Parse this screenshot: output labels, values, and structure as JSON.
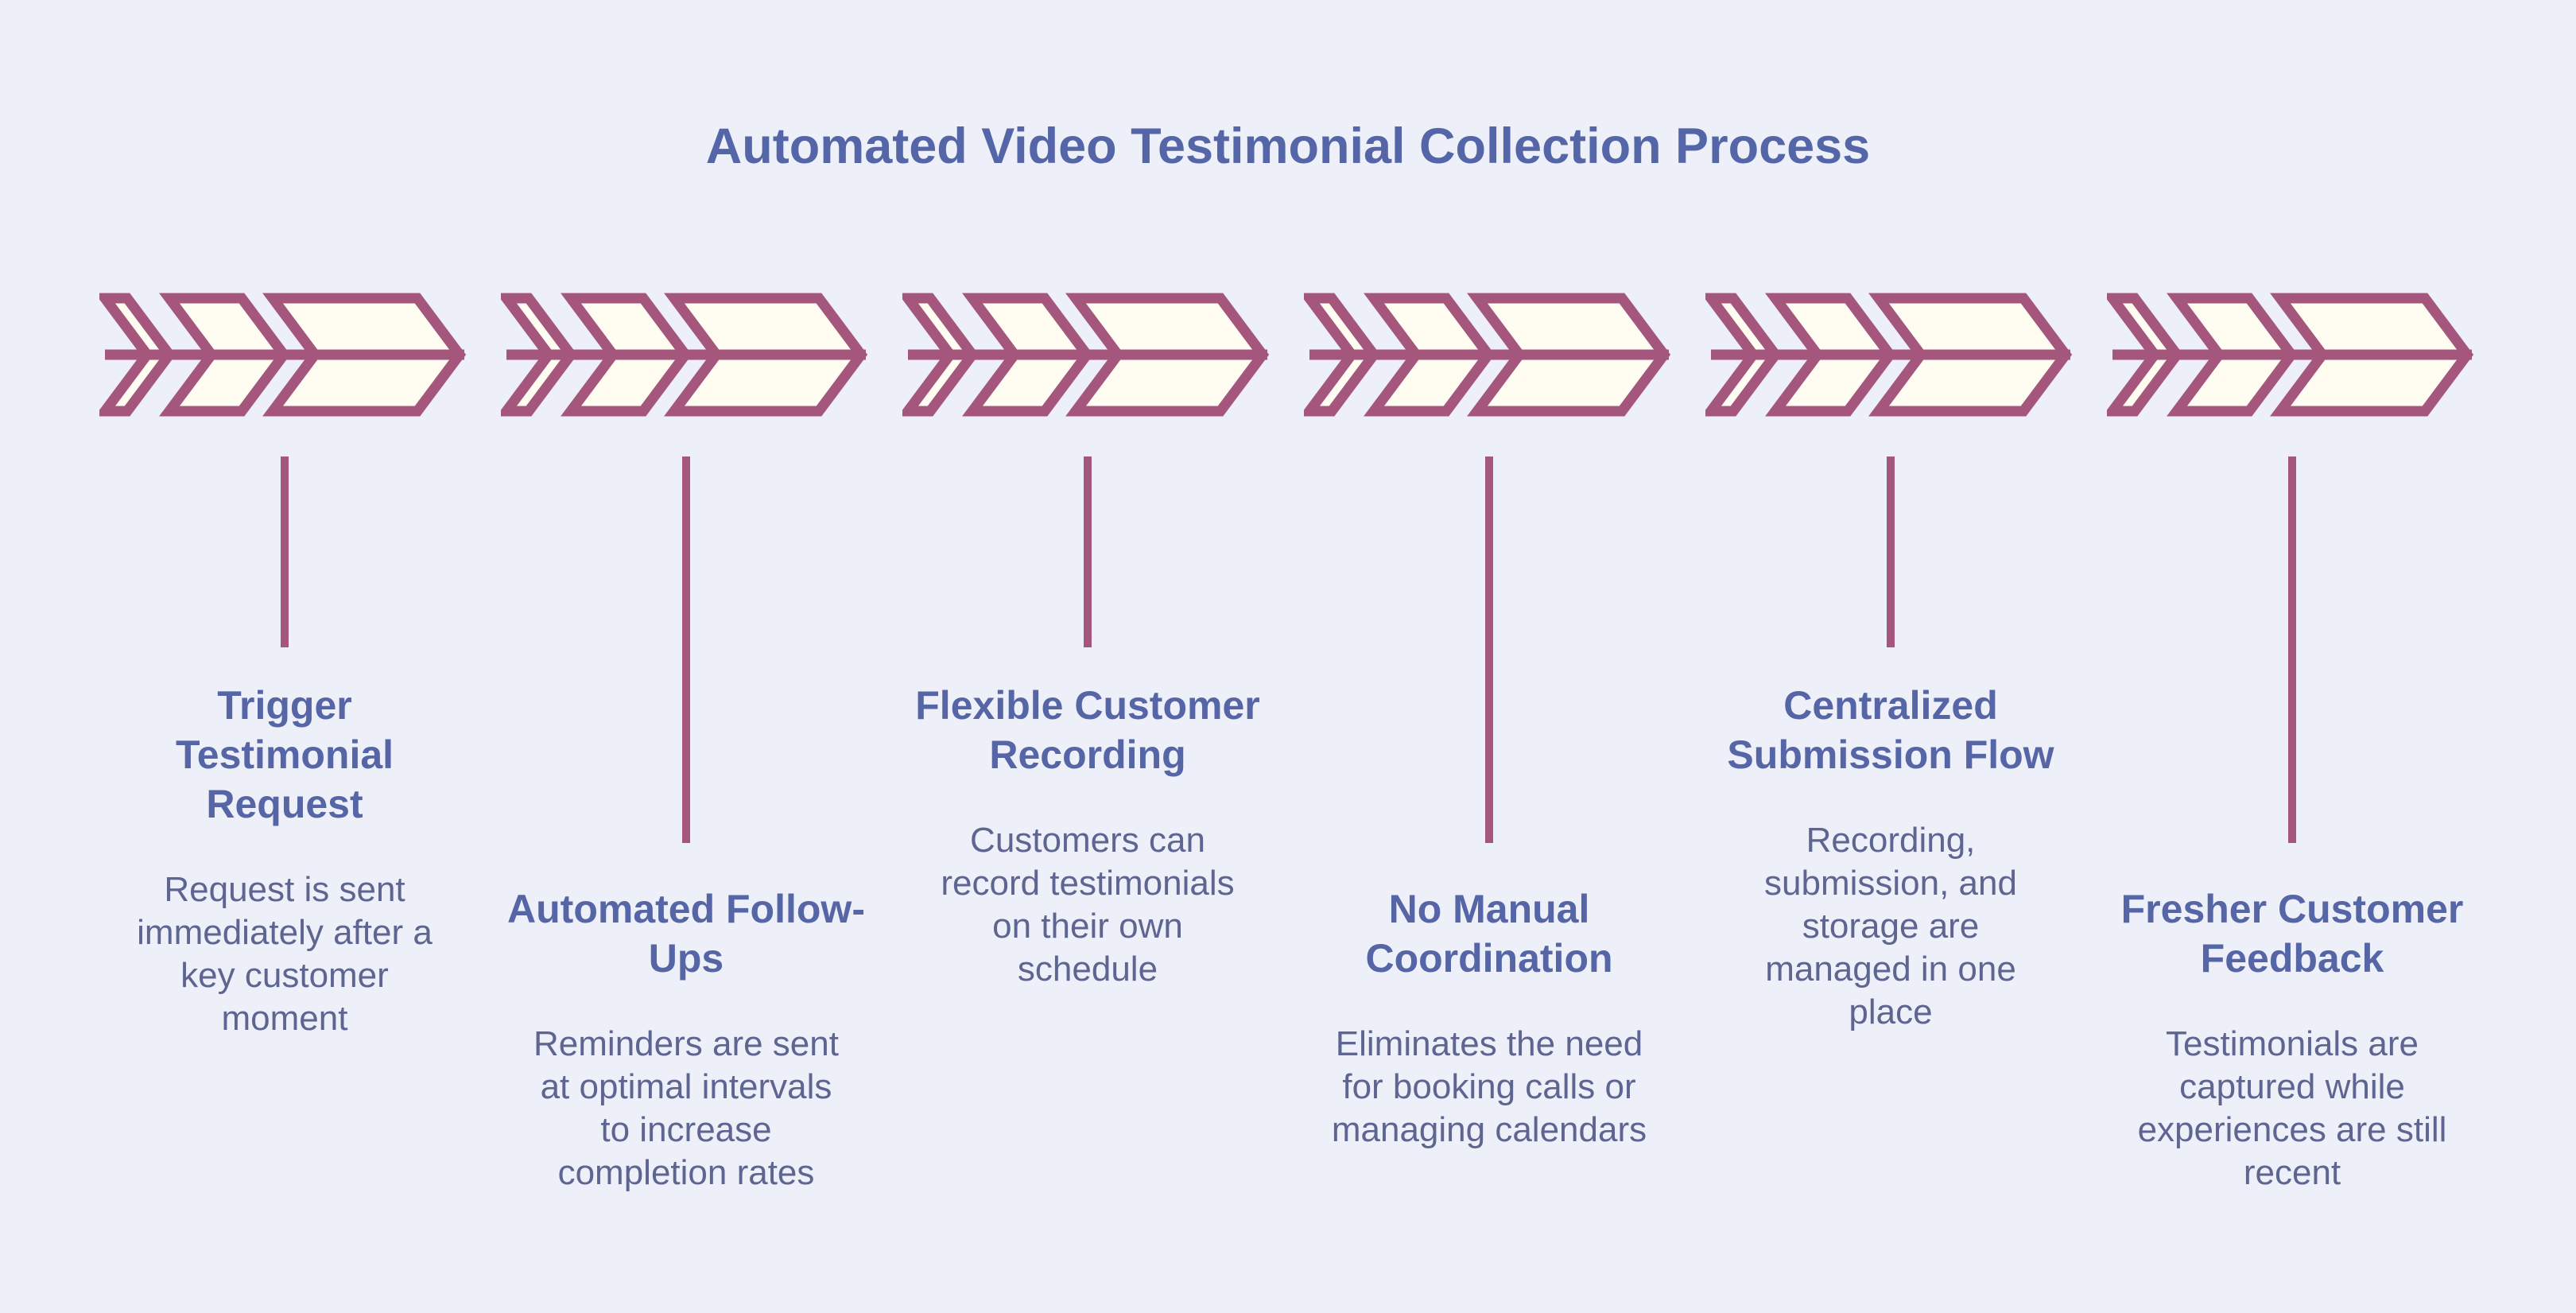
{
  "title": "Automated Video Testimonial Collection Process",
  "colors": {
    "background": "#edeff9",
    "chevron_outline": "#a5567c",
    "chevron_fill": "#fffdf2",
    "connector_line": "#a5567c",
    "title_text": "#5566a8",
    "heading_text": "#5565a5",
    "body_text": "#5d6590"
  },
  "steps": [
    {
      "heading": "Trigger Testimonial Request",
      "heading_lines": [
        "Trigger",
        "Testimonial",
        "Request"
      ],
      "description": "Request is sent immediately after a key customer moment",
      "description_lines": [
        "Request is sent",
        "immediately after a",
        "key customer",
        "moment"
      ],
      "position": "high"
    },
    {
      "heading": "Automated Follow-Ups",
      "heading_lines": [
        "Automated Follow-",
        "Ups"
      ],
      "description": "Reminders are sent at optimal intervals to increase completion rates",
      "description_lines": [
        "Reminders are sent",
        "at optimal intervals",
        "to increase",
        "completion rates"
      ],
      "position": "low"
    },
    {
      "heading": "Flexible Customer Recording",
      "heading_lines": [
        "Flexible Customer",
        "Recording"
      ],
      "description": "Customers can record testimonials on their own schedule",
      "description_lines": [
        "Customers can",
        "record testimonials",
        "on their own",
        "schedule"
      ],
      "position": "high"
    },
    {
      "heading": "No Manual Coordination",
      "heading_lines": [
        "No Manual",
        "Coordination"
      ],
      "description": "Eliminates the need for booking calls or managing calendars",
      "description_lines": [
        "Eliminates the need",
        "for booking calls or",
        "managing calendars"
      ],
      "position": "low"
    },
    {
      "heading": "Centralized Submission Flow",
      "heading_lines": [
        "Centralized",
        "Submission Flow"
      ],
      "description": "Recording, submission, and storage are managed in one place",
      "description_lines": [
        "Recording,",
        "submission, and",
        "storage are",
        "managed in one",
        "place"
      ],
      "position": "high"
    },
    {
      "heading": "Fresher Customer Feedback",
      "heading_lines": [
        "Fresher Customer",
        "Feedback"
      ],
      "description": "Testimonials are captured while experiences are still recent",
      "description_lines": [
        "Testimonials are",
        "captured while",
        "experiences are still",
        "recent"
      ],
      "position": "low"
    }
  ]
}
